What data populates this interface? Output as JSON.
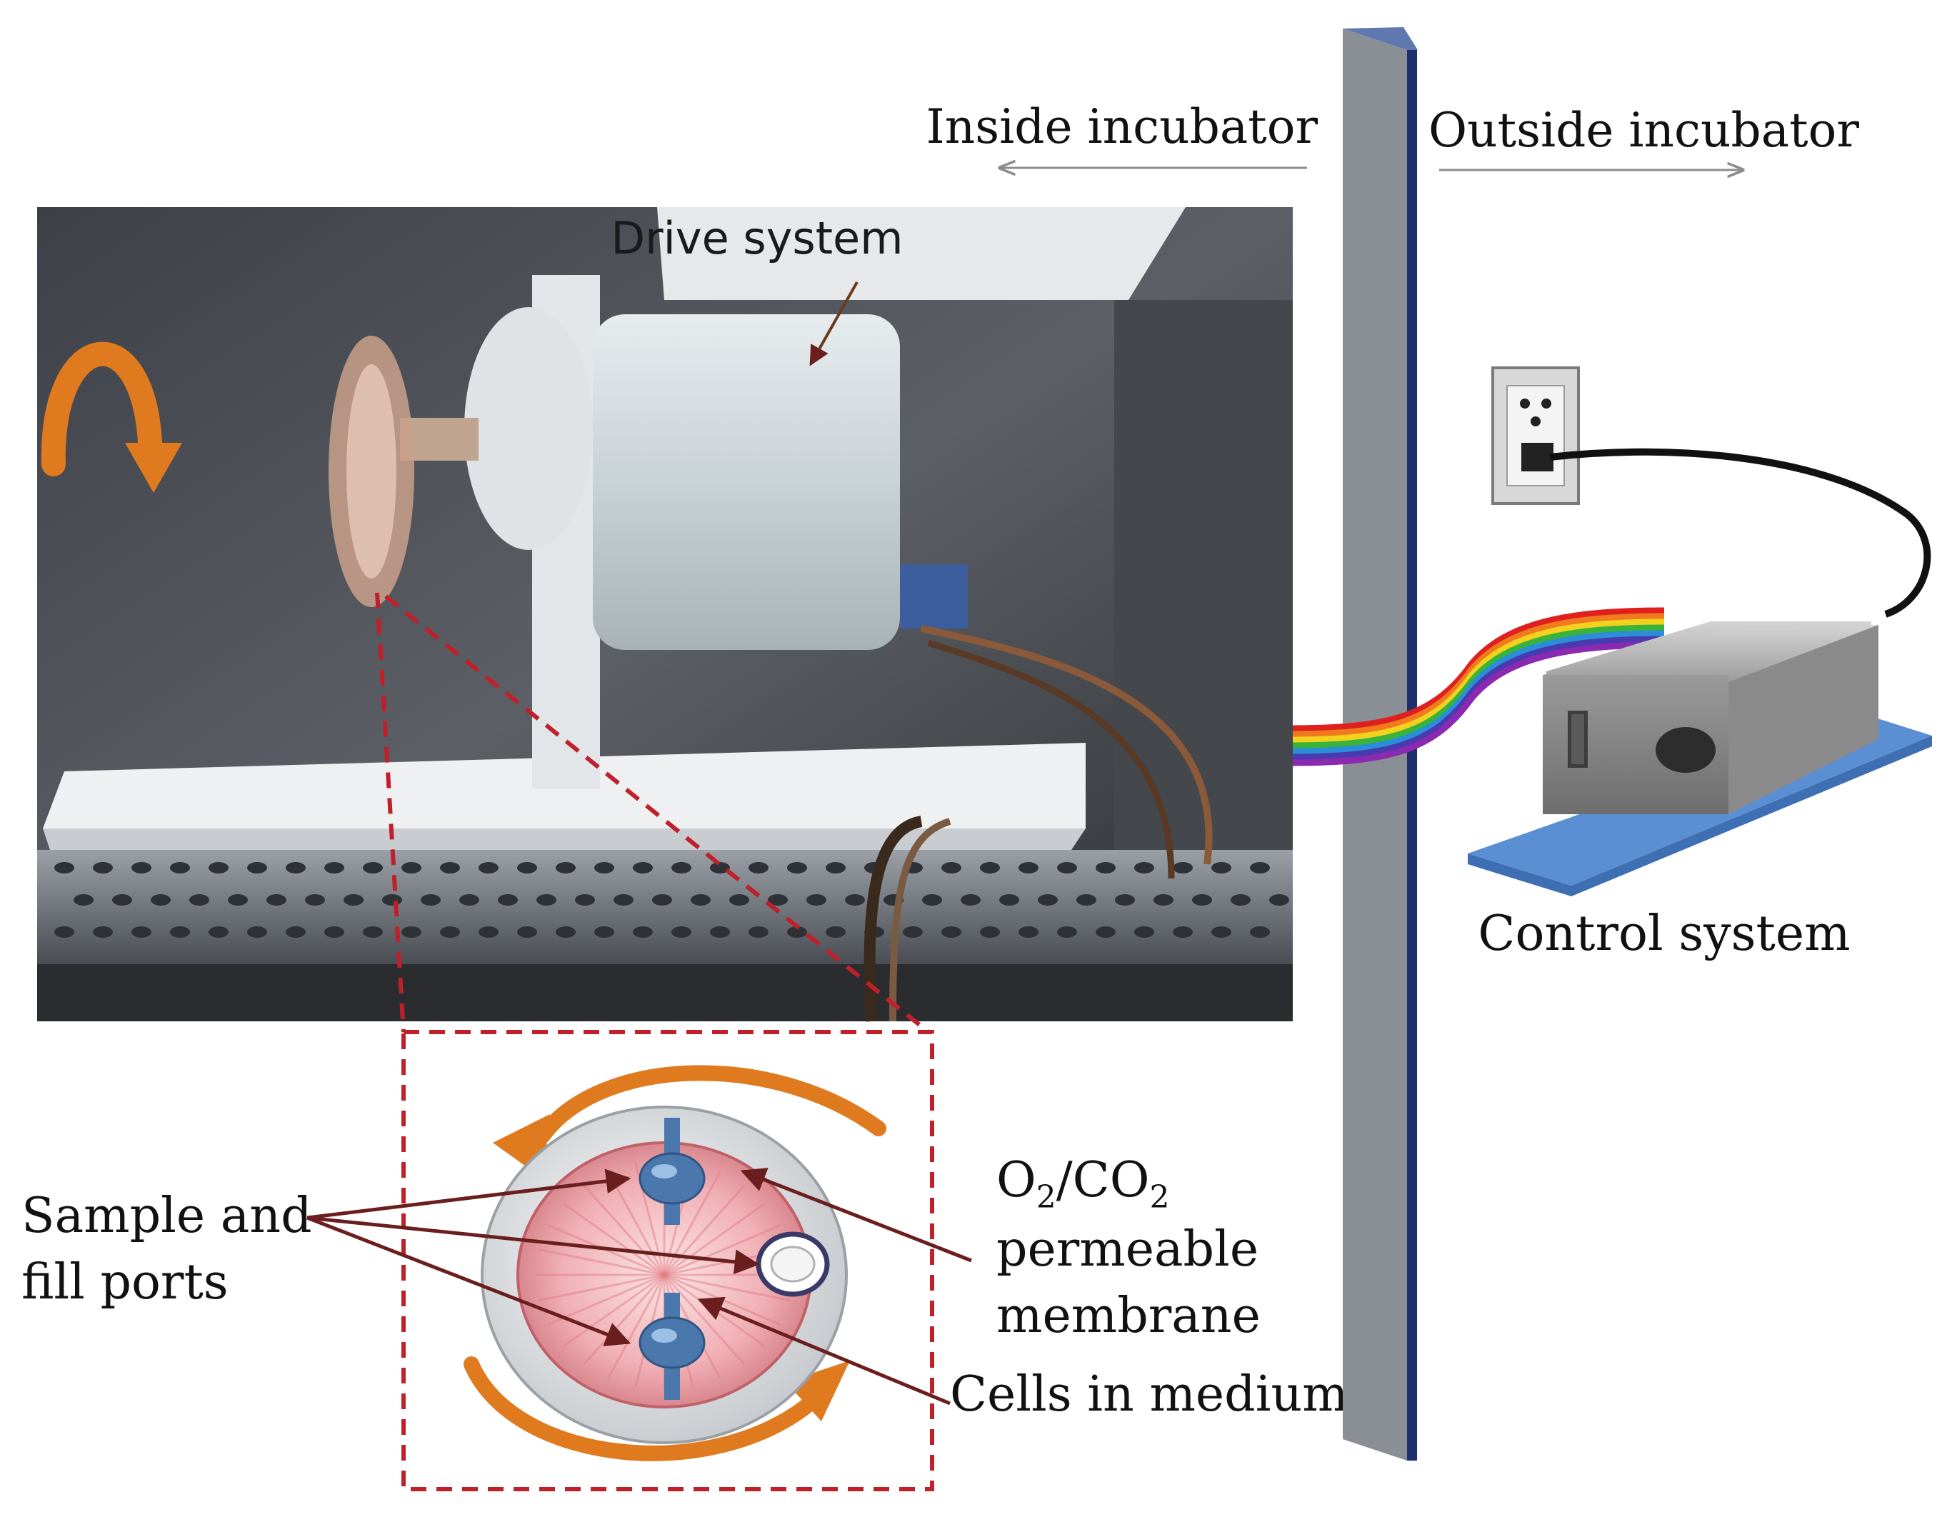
{
  "labels": {
    "inside_incubator": "Inside incubator",
    "outside_incubator": "Outside incubator",
    "drive_system": "Drive system",
    "control_system": "Control system",
    "sample_and_fill_ports_line1": "Sample and",
    "sample_and_fill_ports_line2": "fill ports",
    "o2": "O",
    "o2_sub": "2",
    "co2": "/CO",
    "co2_sub": "2",
    "permeable": "permeable",
    "membrane": "membrane",
    "cells_in_medium": "Cells in medium"
  },
  "colors": {
    "rotation_arrow": "#e07a1e",
    "callout_dash": "#c0202a",
    "leader_line": "#6b1e1e",
    "wall_face": "#8a8f96",
    "wall_edge": "#1e2f6e",
    "platform": "#5b8fd3",
    "chamber_pink": "#f0b4b8",
    "port_blue": "#4a78ad"
  },
  "icons": {
    "rotation_icon": "curved-arrow-icon",
    "outlet_icon": "wall-outlet-icon",
    "control_box_icon": "control-box-icon"
  }
}
